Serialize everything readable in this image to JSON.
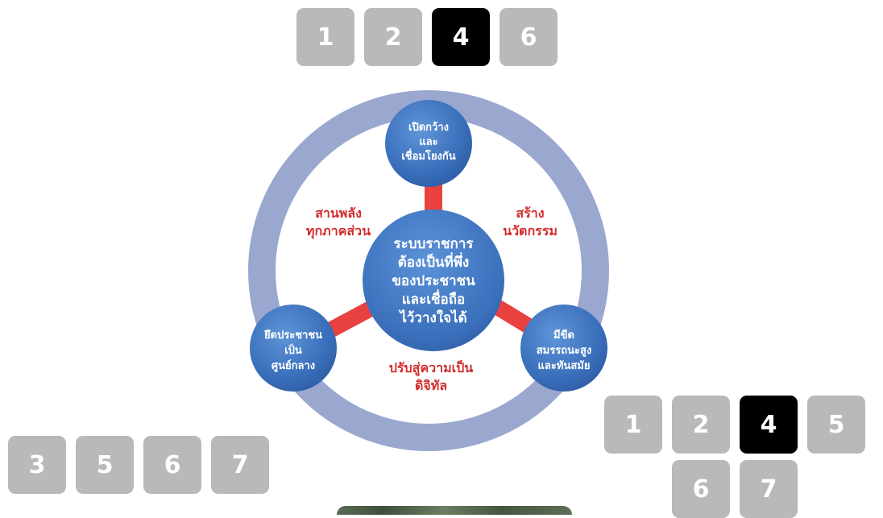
{
  "pagination_top": {
    "items": [
      {
        "label": "1",
        "active": false
      },
      {
        "label": "2",
        "active": false
      },
      {
        "label": "4",
        "active": true
      },
      {
        "label": "6",
        "active": false
      }
    ]
  },
  "pagination_left": {
    "items": [
      {
        "label": "3",
        "active": false
      },
      {
        "label": "5",
        "active": false
      },
      {
        "label": "6",
        "active": false
      },
      {
        "label": "7",
        "active": false
      }
    ]
  },
  "pagination_right": {
    "items": [
      {
        "label": "1",
        "active": false
      },
      {
        "label": "2",
        "active": false
      },
      {
        "label": "4",
        "active": true
      },
      {
        "label": "5",
        "active": false
      },
      {
        "label": "6",
        "active": false
      },
      {
        "label": "7",
        "active": false
      }
    ]
  },
  "diagram": {
    "center_lines": [
      "ระบบราชการ",
      "ต้องเป็นที่พึ่ง",
      "ของประชาชน",
      "และเชื่อถือ",
      "ไว้วางใจได้"
    ],
    "node_top_lines": [
      "เปิดกว้าง",
      "และ",
      "เชื่อมโยงกัน"
    ],
    "node_left_lines": [
      "ยึดประชาชน",
      "เป็น",
      "ศูนย์กลาง"
    ],
    "node_right_lines": [
      "มีขีด",
      "สมรรถนะสูง",
      "และทันสมัย"
    ],
    "label_upper_left_lines": [
      "สานพลัง",
      "ทุกภาคส่วน"
    ],
    "label_upper_right_lines": [
      "สร้าง",
      "นวัตกรรม"
    ],
    "label_bottom_lines": [
      "ปรับสู่ความเป็น",
      "ดิจิทัล"
    ],
    "colors": {
      "ring": "#9aa7cf",
      "node": "#3d73bf",
      "connector": "#e8413f",
      "label": "#d12d2d",
      "node_text": "#ffffff"
    }
  },
  "colors": {
    "tile_inactive": "#b9b9b9",
    "tile_active": "#000000",
    "tile_text": "#ffffff"
  }
}
